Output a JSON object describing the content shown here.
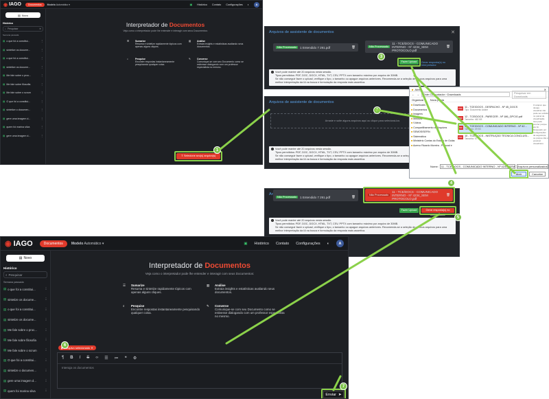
{
  "brand": {
    "name": "IAGO",
    "mode_pill": "Documentos",
    "model_label": "Modelo",
    "model_value": "Automático"
  },
  "topnav": {
    "history": "Histórico",
    "contact": "Contato",
    "settings": "Configurações",
    "avatar": "A"
  },
  "sidebar": {
    "new_button": "Novo",
    "section": "Histórico",
    "search_placeholder": "Pesquisar",
    "group": "Semana passada",
    "items": [
      "o que foi a constitui...",
      "sintetize os docume...",
      "o que foi a constitui...",
      "sintetize os docume...",
      "Me fale sobre o proc...",
      "Me fale sobre filosofia",
      "Me fale sobre o scrum",
      "O que foi a constitui...",
      "sintetize o documen...",
      "gere uma imagem d...",
      "quem foi marina silva",
      "gere uma imagem d..."
    ]
  },
  "hero": {
    "title_prefix": "Interpretador de ",
    "title_accent": "Documentos",
    "subtitle": "Veja como o interpretador pode lhe entender e interagir com seus Documentos:"
  },
  "features": [
    {
      "title": "Sumarize",
      "text": "Resuma e sintetize rapidamente tópicos com apenas alguns cliques."
    },
    {
      "title": "Análise",
      "text": "Extraia insights e estatísticas avaliando seus documentos."
    },
    {
      "title": "Pesquise",
      "text": "Encontre respostas instantaneamente pesquisando qualquer coisa."
    },
    {
      "title": "Converse",
      "text": "Comunique-se com seu Documento como se estivesse dialogando com um professor especialista no mesmo."
    }
  ],
  "select_button": "Selecione seu(s) arquivo(s)",
  "panels": {
    "title": "Arquivos de assistente de documentos",
    "file_1": "1 Entendido 7 291.pdf",
    "file_2": "11 - TCE/DOCS - COMUNICADO INTERNO - Nº 4234_SEM PROTOCOLO.pdf",
    "badge": "Não Processado",
    "upload_btn": "Fazer Upload",
    "link_btn": "Gerar resposta(s) no Interpretador",
    "drop_text": "Arraste e solte alguns arquivos aqui ou clique para selecioná-los",
    "notice_1": "Você pode manter até 20 arquivos nesta sessão.",
    "notice_2": "Tipos permitidos: PDF, DOC, DOCX, HTML, TXT, CSV, PPTX com tamanho máximo por arquivo de 30MB.",
    "notice_3": "Se não conseguir fazer o upload, verifique o tipo, o tamanho ou apague arquivos anteriores. Recomenda-se a seleção de poucos arquivos para uma melhor interpretação da IA na busca e formulação da resposta mais assertiva."
  },
  "dialog": {
    "title": "Abrir",
    "path": "Este Computador › Downloads",
    "search": "Pesquisar em Downloads",
    "organize": "Organizar ▾",
    "new_folder": "Nova pasta",
    "nav": [
      "Downloads",
      "Documentos",
      "Imagens",
      "Músicas",
      "Vídeos",
      "Compartilhamento de Arquivos",
      "SEMOS/SEFIN",
      "Sistemática",
      "Ministério Contas do Estado de Goiás",
      "Acervo Ricardo Moreira - Pessoal e"
    ],
    "files": [
      {
        "name": "11 - TCE/DOCS - DESPACHO - Nº 45_DOCS",
        "meta": "Tipo: Documento Adobe"
      },
      {
        "name": "12 - TCE/DOCS - PARECER - Nº 186_GPCIG.pdf",
        "meta": "Tamanho: 462 KB"
      },
      {
        "name": "11 - TCE/DOCS - COMUNICADO INTERNO - Nº 42...",
        "meta": "Tamanho: 29 KB"
      },
      {
        "name": "10 - TCE/DOCS - INSTRUÇÃO TÉCNICA CONCLUSI...",
        "meta": "Tamanho: 57 KB"
      }
    ],
    "filename_label": "Nome:",
    "filename_value": "11 - TCE/DOCS - COMUNICADO INTERNO - Nº 4234_SEM PROTOCO",
    "filter": "Arquivos personalizados (*.pdf",
    "open": "Abrir",
    "cancel": "Cancelar",
    "preview": "O arquivo que deseja visualizar não pode ser exibido no painel de visualização. Isso pode ocorrer porque ele foi bloqueado por configurações de segurança, ou porque não é possível visualizá-lo."
  },
  "composer": {
    "attached": "1 arquivo selecionado",
    "placeholder": "Interaja os documentos",
    "send": "Enviar"
  },
  "callouts": [
    "1",
    "2",
    "3",
    "4",
    "5",
    "6",
    "7"
  ]
}
